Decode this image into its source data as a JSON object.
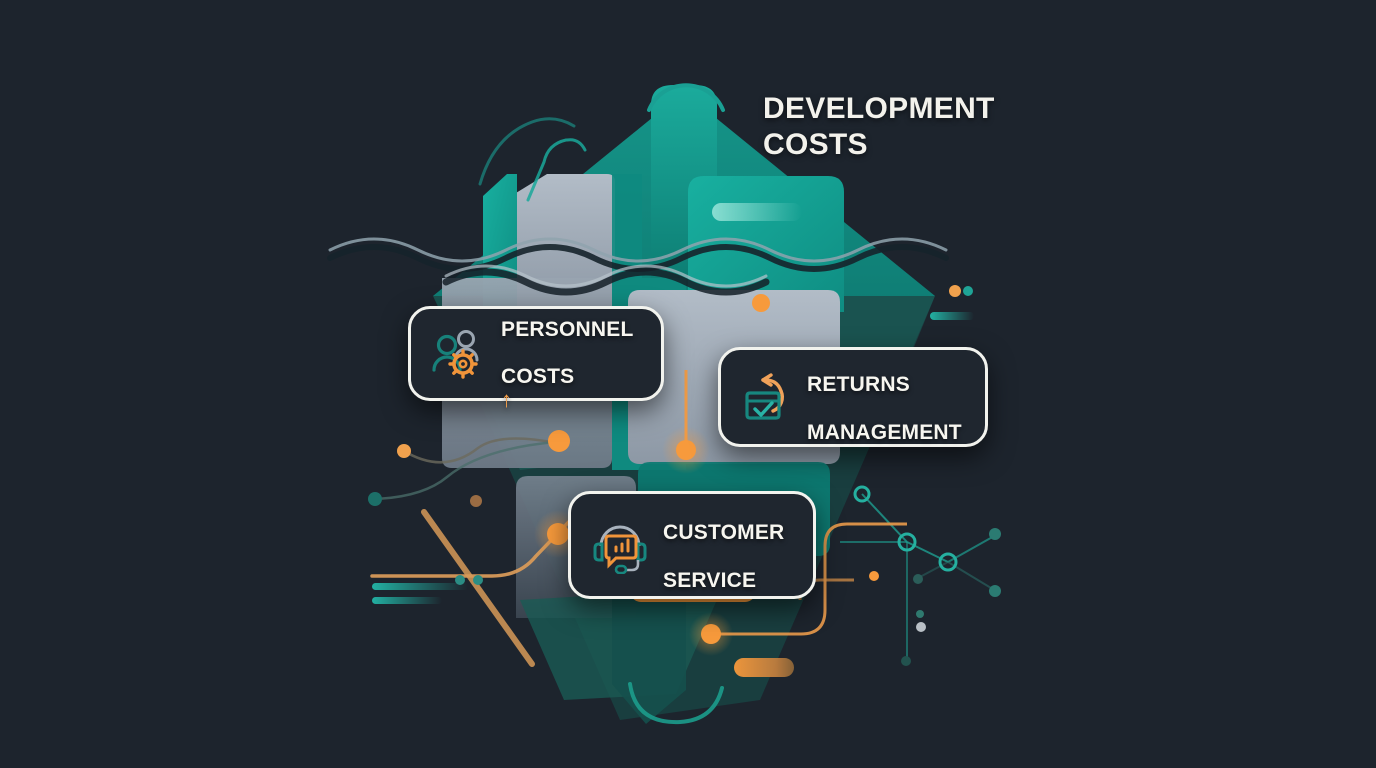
{
  "meta": {
    "background_color": "#1d242d",
    "accent_teal": "#139a8e",
    "accent_orange": "#f79a3c",
    "ice_gray": "#a8b2bd",
    "text_color": "#f7f6f0"
  },
  "title": {
    "line1": "DEVELOPMENT",
    "line2": "COSTS"
  },
  "cards": [
    {
      "id": "personnel-costs",
      "label_line1": "PERSONNEL",
      "label_line2": "COSTS",
      "trend_symbol": "↑",
      "icon": "people-gear-icon",
      "icon_colors": {
        "person_front": "#17817a",
        "person_back": "#9aa5b1",
        "gear": "#f0943a"
      }
    },
    {
      "id": "returns-management",
      "label_line1": "RETURNS",
      "label_line2": "MANAGEMENT",
      "icon": "box-check-return-icon",
      "icon_colors": {
        "box": "#17877f",
        "check": "#29b3a6",
        "arrow": "#f0a25a"
      }
    },
    {
      "id": "customer-service",
      "label_line1": "CUSTOMER",
      "label_line2": "SERVICE",
      "icon": "headset-chat-icon",
      "icon_colors": {
        "headset": "#a8b2bd",
        "earpiece": "#17877f",
        "bubble": "#f0943a"
      }
    }
  ],
  "iceberg": {
    "above_water_color": "#13998d",
    "below_water_color": "#a4aebb",
    "waterline_color": "#8fa3ae",
    "peak_arc_color": "#1aa094",
    "bottom_curve_color": "#1c9c8c"
  },
  "decorations": {
    "orange_nodes": 5,
    "teal_nodes": 6,
    "teal_bars": 2,
    "network_label": "abstract-connection-network"
  }
}
